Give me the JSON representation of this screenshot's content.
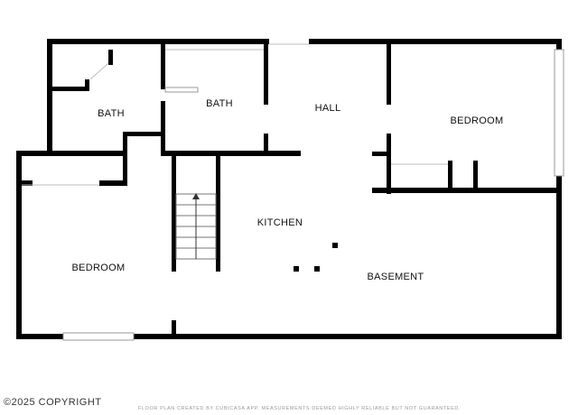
{
  "rooms": {
    "bath_left": "BATH",
    "bath_right": "BATH",
    "hall": "HALL",
    "bedroom_right": "BEDROOM",
    "kitchen": "KITCHEN",
    "bedroom_left": "BEDROOM",
    "basement": "BASEMENT"
  },
  "footer": {
    "copyright": "©2025 COPYRIGHT",
    "disclaimer": "FLOOR PLAN CREATED BY CUBICASA APP. MEASUREMENTS DEEMED HIGHLY RELIABLE BUT NOT GUARANTEED."
  },
  "colors": {
    "wall": "#000000",
    "background": "#ffffff"
  }
}
